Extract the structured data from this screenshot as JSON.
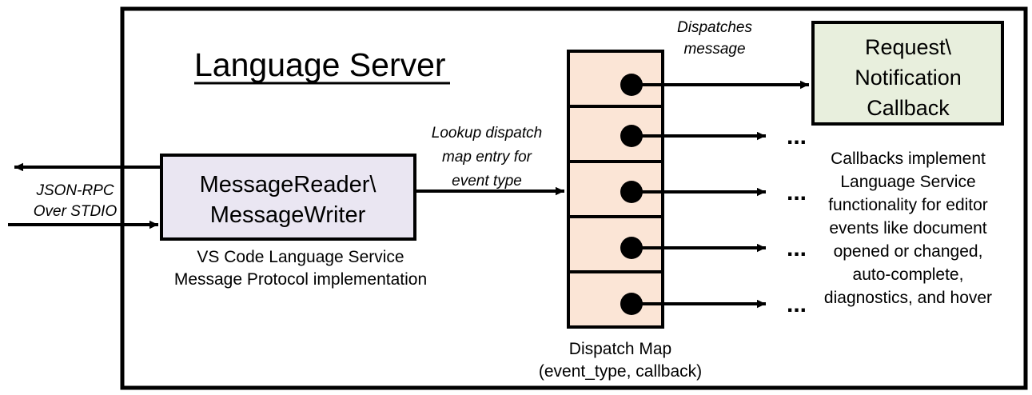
{
  "diagram": {
    "title": "Language Server",
    "colors": {
      "outline": "#000000",
      "message_box_fill": "#EAE6F2",
      "dispatch_map_fill": "#FBE5D6",
      "callback_box_fill": "#E8EFDD",
      "background": "#FFFFFF",
      "text": "#000000"
    },
    "external_channel": {
      "label_lines": [
        "JSON-RPC",
        "Over STDIO"
      ],
      "outbound_arrow": "arrow-left-out",
      "inbound_arrow": "arrow-right-in"
    },
    "message_box": {
      "lines": [
        "MessageReader\\",
        "MessageWriter"
      ],
      "caption_lines": [
        "VS Code Language Service",
        "Message Protocol implementation"
      ]
    },
    "lookup_label": {
      "lines": [
        "Lookup dispatch",
        "map entry for",
        "event type"
      ]
    },
    "dispatch_map": {
      "caption_lines": [
        "Dispatch Map",
        "(event_type, callback)"
      ],
      "rows": [
        {
          "id": "row-1",
          "target": "callback-box"
        },
        {
          "id": "row-2",
          "target": "ellipsis"
        },
        {
          "id": "row-3",
          "target": "ellipsis"
        },
        {
          "id": "row-4",
          "target": "ellipsis"
        },
        {
          "id": "row-5",
          "target": "ellipsis"
        }
      ],
      "ellipsis": "..."
    },
    "dispatch_label": {
      "lines": [
        "Dispatches",
        "message"
      ]
    },
    "callback_box": {
      "lines": [
        "Request\\",
        "Notification",
        "Callback"
      ],
      "description_lines": [
        "Callbacks implement",
        "Language Service",
        "functionality for editor",
        "events like document",
        "opened or changed,",
        "auto-complete,",
        "diagnostics, and hover"
      ]
    }
  }
}
